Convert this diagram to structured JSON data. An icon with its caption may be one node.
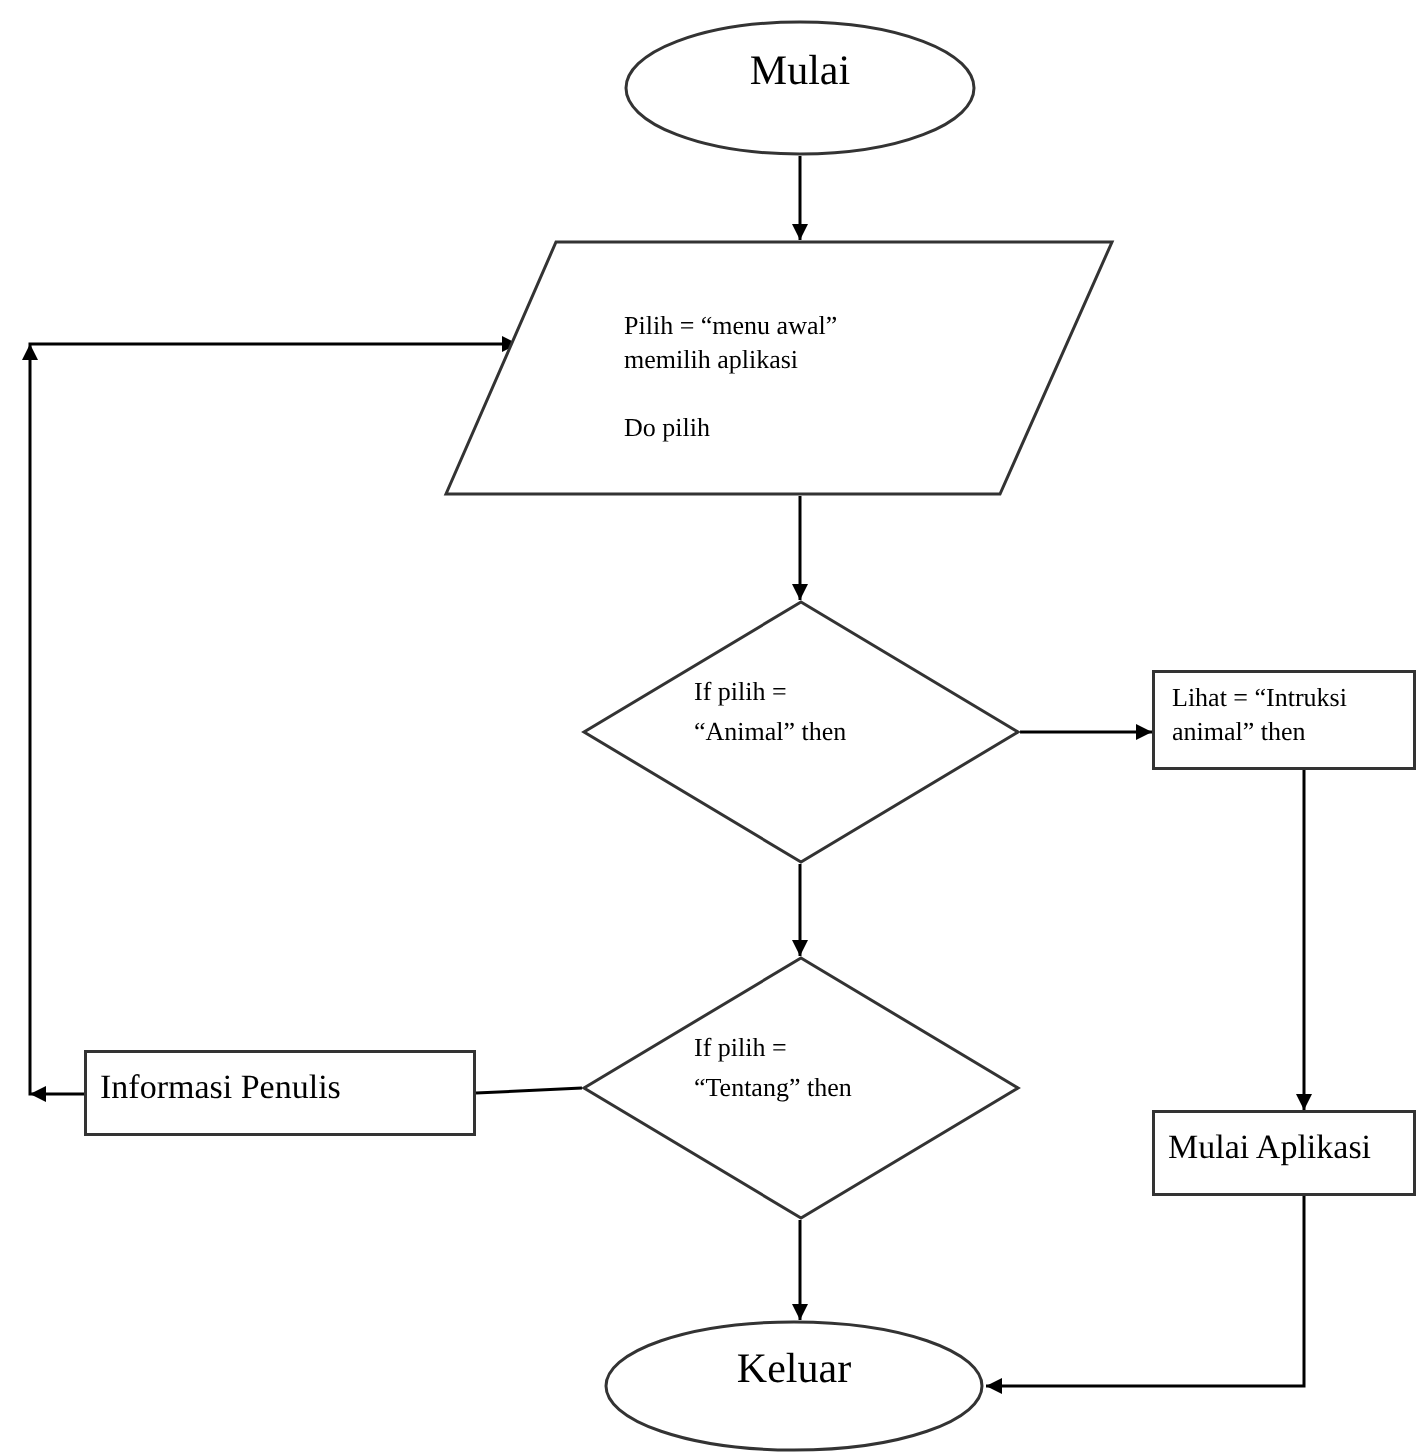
{
  "diagram": {
    "nodes": [
      {
        "text": [
          "Mulai"
        ]
      },
      {
        "text": [
          "Pilih = “menu awal” memilih aplikasi",
          "Do pilih"
        ]
      },
      {
        "text": [
          "If pilih = “Animal” then"
        ]
      },
      {
        "text": [
          "Lihat = “Intruksi animal” then"
        ]
      },
      {
        "text": [
          "If pilih = “Tentang” then"
        ]
      },
      {
        "text": [
          "Informasi Penulis"
        ]
      },
      {
        "text": [
          "Mulai Aplikasi"
        ]
      },
      {
        "text": [
          "Keluar"
        ]
      }
    ],
    "edges": [
      {
        "from": 0,
        "to": 1,
        "arrow": "to"
      },
      {
        "from": 1,
        "to": 2,
        "arrow": "to"
      },
      {
        "from": 2,
        "to": 3,
        "arrow": "to"
      },
      {
        "from": 2,
        "to": 4,
        "arrow": "to"
      },
      {
        "from": 3,
        "to": 6,
        "arrow": "to"
      },
      {
        "from": 4,
        "to": 5,
        "arrow": "none"
      },
      {
        "from": 5,
        "to": 1,
        "arrow": "to"
      },
      {
        "from": 4,
        "to": 7,
        "arrow": "to"
      },
      {
        "from": 6,
        "to": 7,
        "arrow": "to"
      }
    ]
  }
}
